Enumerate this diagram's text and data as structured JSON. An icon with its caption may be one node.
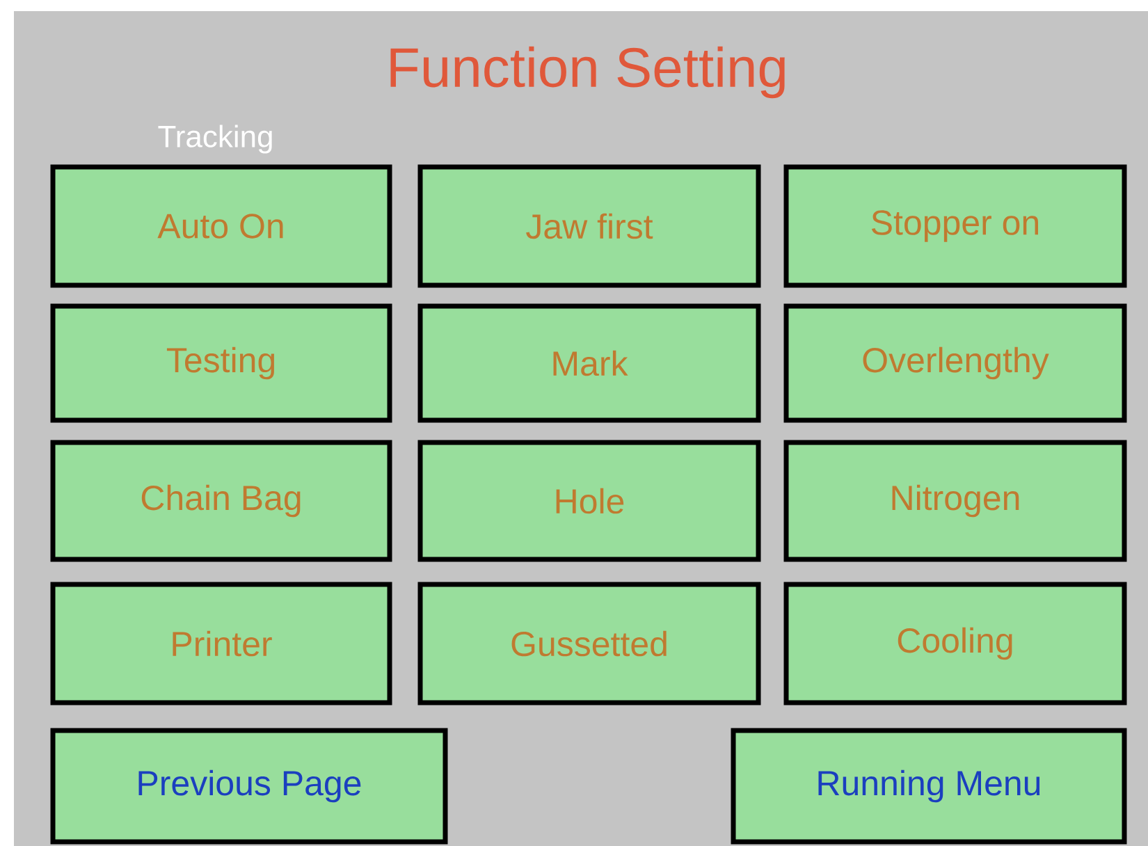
{
  "diagram": {
    "title": "Function Setting",
    "nodes": [
      {
        "text": [
          "Auto On"
        ]
      },
      {
        "text": [
          "Jaw first"
        ]
      },
      {
        "text": [
          "Stopper on"
        ]
      },
      {
        "text": [
          "Testing"
        ]
      },
      {
        "text": [
          "Mark"
        ]
      },
      {
        "text": [
          "Overlengthy"
        ]
      },
      {
        "text": [
          "Chain Bag"
        ]
      },
      {
        "text": [
          "Hole"
        ]
      },
      {
        "text": [
          "Nitrogen"
        ]
      },
      {
        "text": [
          "Printer"
        ]
      },
      {
        "text": [
          "Gussetted"
        ]
      },
      {
        "text": [
          "Cooling"
        ]
      },
      {
        "text": [
          "Previous Page"
        ]
      },
      {
        "text": [
          "Running Menu"
        ]
      }
    ],
    "labels": [
      "Tracking"
    ]
  }
}
